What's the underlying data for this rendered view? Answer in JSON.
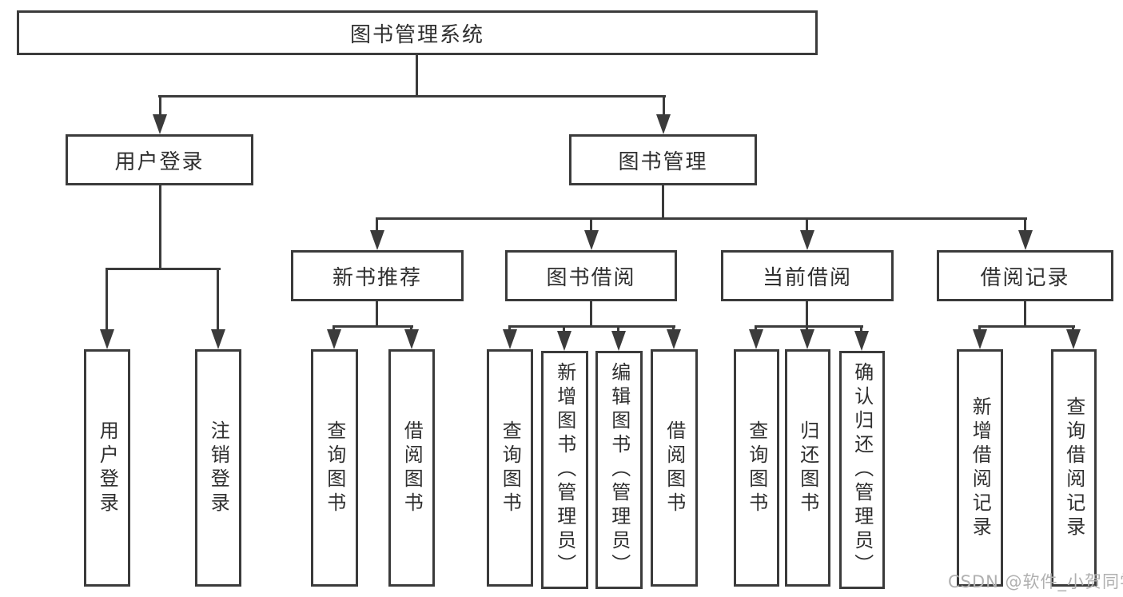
{
  "diagram": {
    "title": "图书管理系统",
    "type": "hierarchy-tree",
    "nodes": {
      "root": "图书管理系统",
      "user_login": "用户登录",
      "book_mgmt": "图书管理",
      "new_book_rec": "新书推荐",
      "book_borrow": "图书借阅",
      "current_borrow": "当前借阅",
      "borrow_records": "借阅记录",
      "leaf_user_login": "用户登录",
      "leaf_logout": "注销登录",
      "nb_query_book": "查询图书",
      "nb_borrow_book": "借阅图书",
      "bb_query_book": "查询图书",
      "bb_add_book_admin": "新增图书（管理员）",
      "bb_edit_book_admin": "编辑图书（管理员）",
      "bb_borrow_book": "借阅图书",
      "cb_query_book": "查询图书",
      "cb_return_book": "归还图书",
      "cb_confirm_return_admin": "确认归还（管理员）",
      "br_add_record": "新增借阅记录",
      "br_query_record": "查询借阅记录"
    },
    "edges": [
      [
        "图书管理系统",
        "用户登录"
      ],
      [
        "图书管理系统",
        "图书管理"
      ],
      [
        "用户登录",
        "用户登录"
      ],
      [
        "用户登录",
        "注销登录"
      ],
      [
        "图书管理",
        "新书推荐"
      ],
      [
        "图书管理",
        "图书借阅"
      ],
      [
        "图书管理",
        "当前借阅"
      ],
      [
        "图书管理",
        "借阅记录"
      ],
      [
        "新书推荐",
        "查询图书"
      ],
      [
        "新书推荐",
        "借阅图书"
      ],
      [
        "图书借阅",
        "查询图书"
      ],
      [
        "图书借阅",
        "新增图书（管理员）"
      ],
      [
        "图书借阅",
        "编辑图书（管理员）"
      ],
      [
        "图书借阅",
        "借阅图书"
      ],
      [
        "当前借阅",
        "查询图书"
      ],
      [
        "当前借阅",
        "归还图书"
      ],
      [
        "当前借阅",
        "确认归还（管理员）"
      ],
      [
        "借阅记录",
        "新增借阅记录"
      ],
      [
        "借阅记录",
        "查询借阅记录"
      ]
    ],
    "colors": {
      "line": "#3b3b3b",
      "text": "#2f2f2f",
      "watermark": "#b0b0b0",
      "background": "#ffffff"
    },
    "watermark": "CSDN @软件_小贺同学"
  }
}
